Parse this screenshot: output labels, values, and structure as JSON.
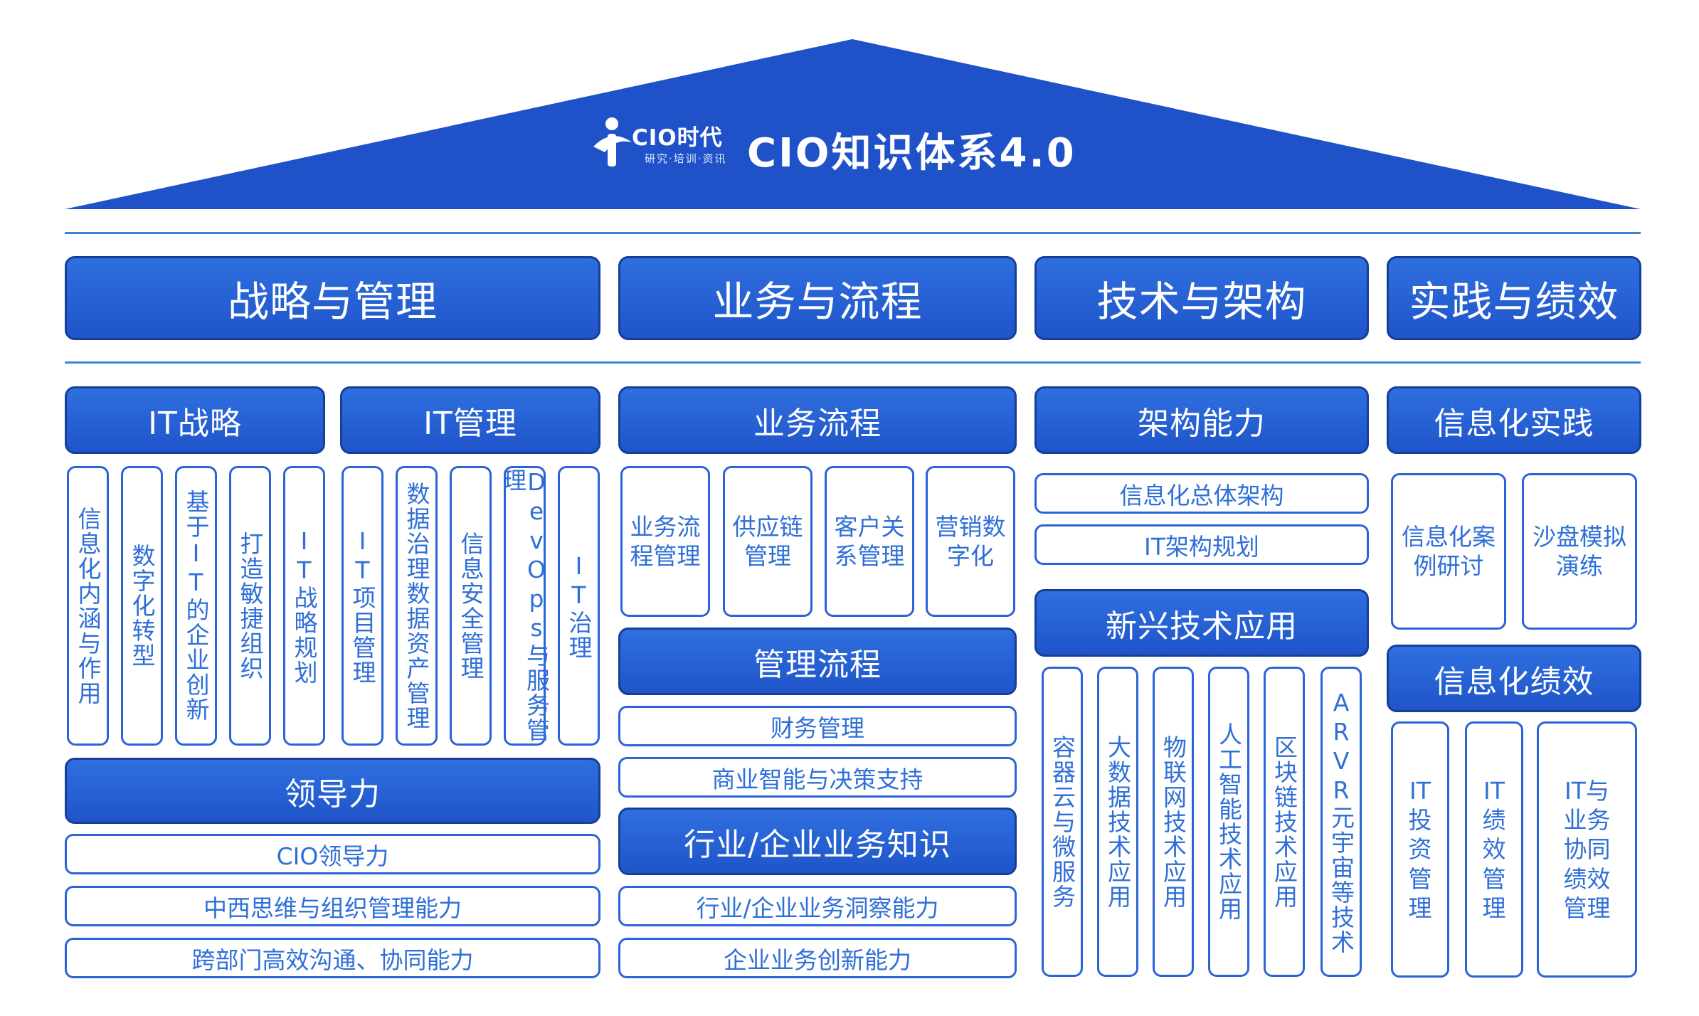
{
  "header": {
    "logo_text": "CIO时代",
    "logo_sub": "研究·培训·资讯",
    "title": "CIO知识体系4.0"
  },
  "pillars": [
    "战略与管理",
    "业务与流程",
    "技术与架构",
    "实践与绩效"
  ],
  "strategy": {
    "it_strategy": {
      "title": "IT战略",
      "items": [
        "信息化内涵与作用",
        "数字化转型",
        "基于IT的企业创新",
        "打造敏捷组织",
        "IT战略规划"
      ]
    },
    "it_management": {
      "title": "IT管理",
      "items": [
        "IT项目管理",
        "数据治理数据资产管理",
        "信息安全管理",
        "DevOps与服务管理",
        "IT治理"
      ]
    },
    "leadership": {
      "title": "领导力",
      "items": [
        "CIO领导力",
        "中西思维与组织管理能力",
        "跨部门高效沟通、协同能力"
      ]
    }
  },
  "business": {
    "process": {
      "title": "业务流程",
      "items": [
        "业务流程管理",
        "供应链管理",
        "客户关系管理",
        "营销数字化"
      ]
    },
    "management_process": {
      "title": "管理流程",
      "items": [
        "财务管理",
        "商业智能与决策支持"
      ]
    },
    "industry": {
      "title": "行业/企业业务知识",
      "items": [
        "行业/企业业务洞察能力",
        "企业业务创新能力"
      ]
    }
  },
  "technology": {
    "architecture": {
      "title": "架构能力",
      "items": [
        "信息化总体架构",
        "IT架构规划"
      ]
    },
    "emerging": {
      "title": "新兴技术应用",
      "items": [
        "容器云与微服务",
        "大数据技术应用",
        "物联网技术应用",
        "人工智能技术应用",
        "区块链技术应用",
        "ARVR元宇宙等技术"
      ]
    }
  },
  "practice": {
    "practice": {
      "title": "信息化实践",
      "items": [
        "信息化案例研讨",
        "沙盘模拟演练"
      ]
    },
    "performance": {
      "title": "信息化绩效",
      "items": [
        "IT投资管理",
        "IT绩效管理",
        "IT与业务协同绩效管理"
      ]
    }
  }
}
